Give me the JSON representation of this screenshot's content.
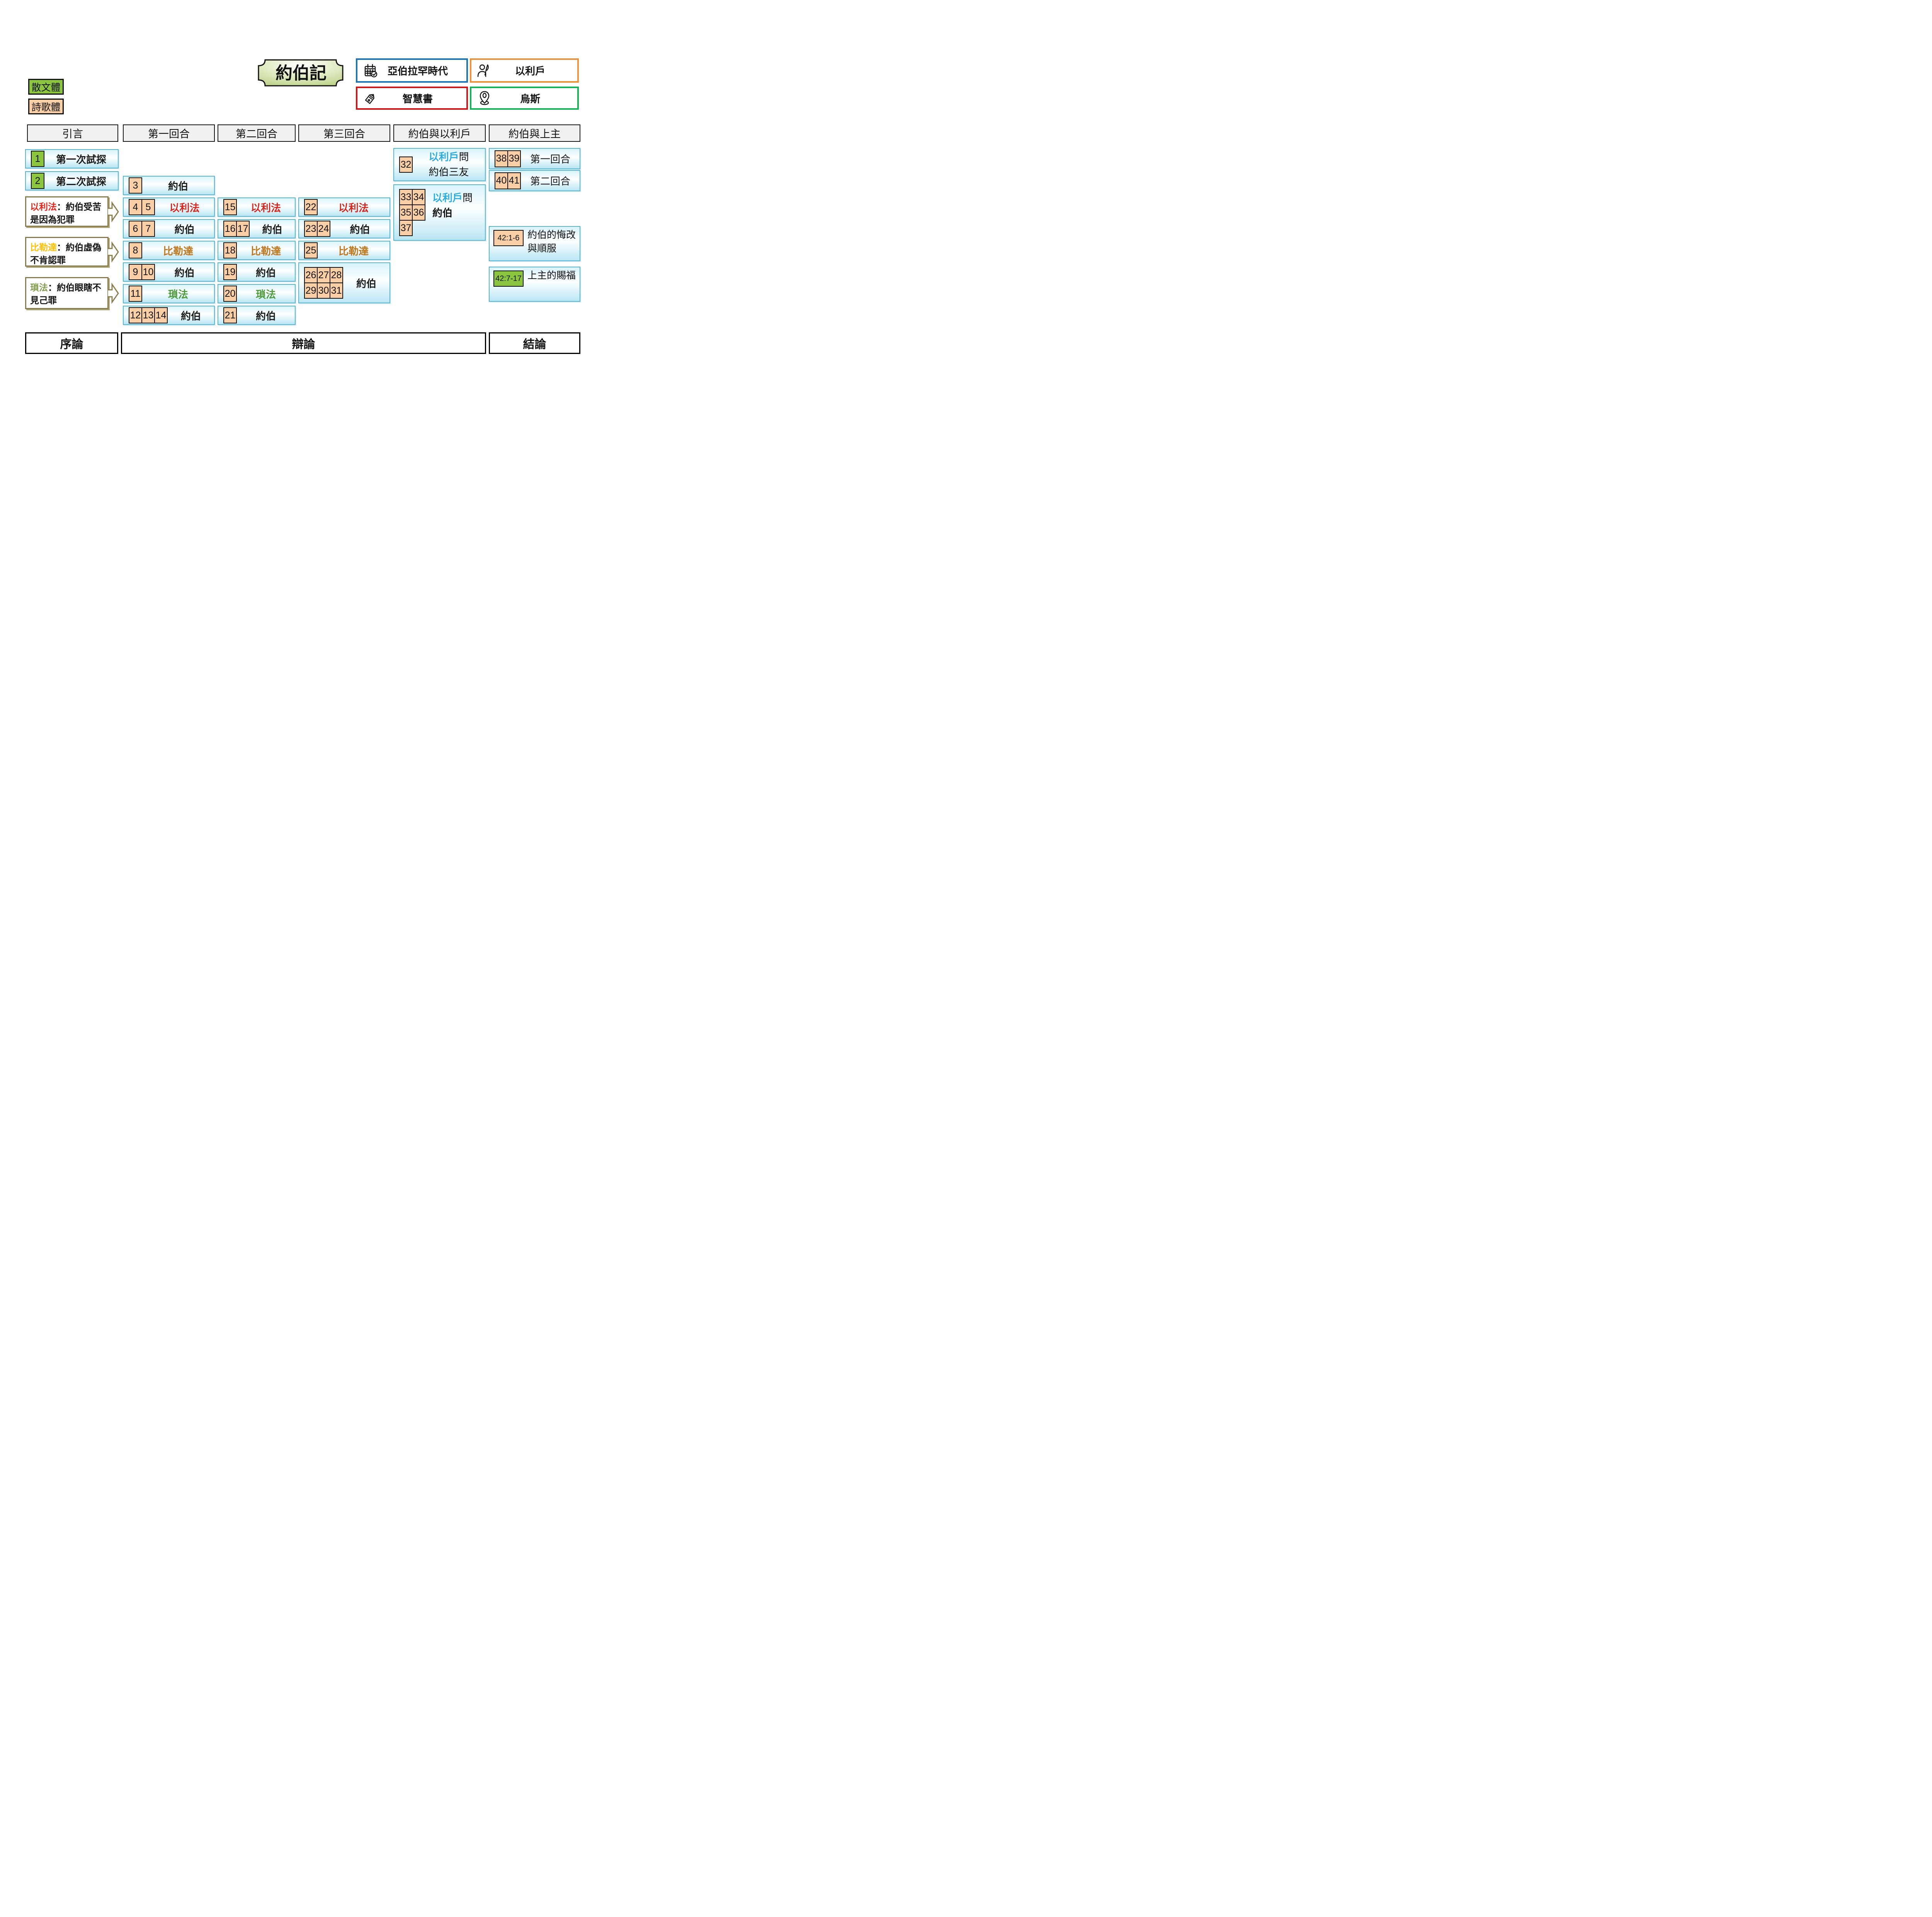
{
  "title": "約伯記",
  "legend": {
    "prose": "散文體",
    "poetry": "詩歌體"
  },
  "badges": {
    "era": {
      "label": "亞伯拉罕時代",
      "icon": "calendar-check-icon",
      "border": "#1B75BC"
    },
    "elihu": {
      "label": "以利戶",
      "icon": "person-quill-icon",
      "border": "#F0913A"
    },
    "genre": {
      "label": "智慧書",
      "icon": "tag-icon",
      "border": "#D01616"
    },
    "place": {
      "label": "烏斯",
      "icon": "location-pin-icon",
      "border": "#17B357"
    }
  },
  "headers": [
    "引言",
    "第一回合",
    "第二回合",
    "第三回合",
    "約伯與以利戶",
    "約伯與上主"
  ],
  "intro": {
    "tests": [
      {
        "num": "1",
        "label": "第一次試探"
      },
      {
        "num": "2",
        "label": "第二次試探"
      }
    ],
    "callouts": [
      {
        "name": "以利法",
        "rest": "：約伯受苦是因為犯罪",
        "name_color": "#ED1F14"
      },
      {
        "name": "比勒達",
        "rest": "：約伯虛偽不肯認罪",
        "name_color": "#FFC008"
      },
      {
        "name": "瑣法",
        "rest": "：約伯眼瞎不見己罪",
        "name_color": "#7F9E4B"
      }
    ]
  },
  "rounds": {
    "r1": [
      {
        "chips": [
          "3"
        ],
        "speaker": "約伯"
      },
      {
        "chips": [
          "4",
          "5"
        ],
        "speaker": "以利法"
      },
      {
        "chips": [
          "6",
          "7"
        ],
        "speaker": "約伯"
      },
      {
        "chips": [
          "8"
        ],
        "speaker": "比勒達"
      },
      {
        "chips": [
          "9",
          "10"
        ],
        "speaker": "約伯"
      },
      {
        "chips": [
          "11"
        ],
        "speaker": "瑣法"
      },
      {
        "chips": [
          "12",
          "13",
          "14"
        ],
        "speaker": "約伯"
      }
    ],
    "r2": [
      {
        "chips": [
          "15"
        ],
        "speaker": "以利法"
      },
      {
        "chips": [
          "16",
          "17"
        ],
        "speaker": "約伯"
      },
      {
        "chips": [
          "18"
        ],
        "speaker": "比勒達"
      },
      {
        "chips": [
          "19"
        ],
        "speaker": "約伯"
      },
      {
        "chips": [
          "20"
        ],
        "speaker": "瑣法"
      },
      {
        "chips": [
          "21"
        ],
        "speaker": "約伯"
      }
    ],
    "r3": [
      {
        "chips": [
          "22"
        ],
        "speaker": "以利法"
      },
      {
        "chips": [
          "23",
          "24"
        ],
        "speaker": "約伯"
      },
      {
        "chips": [
          "25"
        ],
        "speaker": "比勒達"
      }
    ],
    "r3_final": {
      "chip_rows": [
        [
          "26",
          "27",
          "28"
        ],
        [
          "29",
          "30",
          "31"
        ]
      ],
      "speaker": "約伯"
    }
  },
  "elihu_section": {
    "q_friends": {
      "chip": "32",
      "name": "以利戶",
      "rest": "問",
      "line2": "約伯三友"
    },
    "q_job": {
      "chip_rows": [
        [
          "33",
          "34"
        ],
        [
          "35",
          "36"
        ],
        [
          "37"
        ]
      ],
      "name": "以利戶",
      "rest": "問",
      "line2": "約伯"
    }
  },
  "lord_section": {
    "round1": {
      "chips": [
        "38",
        "39"
      ],
      "label": "第一回合"
    },
    "round2": {
      "chips": [
        "40",
        "41"
      ],
      "label": "第二回合"
    },
    "repentance": {
      "chip": "42:1-6",
      "label": "約伯的悔改與順服"
    },
    "blessing": {
      "chip": "42:7-17",
      "label": "上主的賜福"
    }
  },
  "footer": {
    "prologue": "序論",
    "debate": "辯論",
    "conclusion": "結論"
  },
  "colors": {
    "prose_green": "#8CC63E",
    "poetry_peach": "#FACFA5",
    "row_border_cyan": "#56B6D2",
    "job_black": "#1A1A1A",
    "eliphaz_red": "#D9231A",
    "bildad_gold": "#C2761B",
    "zophar_green": "#4E9B3A",
    "elihu_cyan": "#29ABE2",
    "callout_border_olive": "#8A7C4F",
    "badge_blue": "#1B75BC",
    "badge_orange": "#F0913A",
    "badge_red": "#D01616",
    "badge_green": "#17B357",
    "title_plaque_green": "#C7DA9A"
  }
}
